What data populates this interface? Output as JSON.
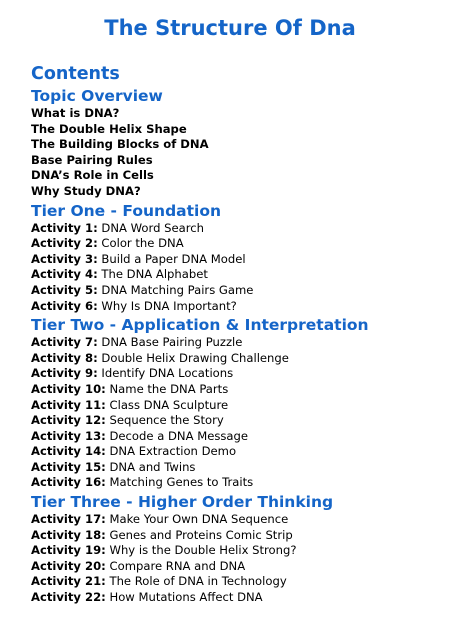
{
  "title": "The Structure Of Dna",
  "contents_heading": "Contents",
  "overview": {
    "heading": "Topic Overview",
    "items": [
      "What is DNA?",
      "The Double Helix Shape",
      "The Building Blocks of DNA",
      "Base Pairing Rules",
      "DNA’s Role in Cells",
      "Why Study DNA?"
    ]
  },
  "tiers": [
    {
      "heading": "Tier One - Foundation",
      "activities": [
        {
          "label": "Activity 1:",
          "text": "DNA Word Search"
        },
        {
          "label": "Activity 2:",
          "text": "Color the DNA"
        },
        {
          "label": "Activity 3:",
          "text": "Build a Paper DNA Model"
        },
        {
          "label": "Activity 4:",
          "text": "The DNA Alphabet"
        },
        {
          "label": "Activity 5:",
          "text": "DNA Matching Pairs Game"
        },
        {
          "label": "Activity 6:",
          "text": "Why Is DNA Important?"
        }
      ]
    },
    {
      "heading": "Tier Two - Application & Interpretation",
      "activities": [
        {
          "label": "Activity 7:",
          "text": "DNA Base Pairing Puzzle"
        },
        {
          "label": "Activity 8:",
          "text": "Double Helix Drawing Challenge"
        },
        {
          "label": "Activity 9:",
          "text": "Identify DNA Locations"
        },
        {
          "label": "Activity 10:",
          "text": "Name the DNA Parts"
        },
        {
          "label": "Activity 11:",
          "text": "Class DNA Sculpture"
        },
        {
          "label": "Activity 12:",
          "text": "Sequence the Story"
        },
        {
          "label": "Activity 13:",
          "text": "Decode a DNA Message"
        },
        {
          "label": "Activity 14:",
          "text": "DNA Extraction Demo"
        },
        {
          "label": "Activity 15:",
          "text": "DNA and Twins"
        },
        {
          "label": "Activity 16:",
          "text": "Matching Genes to Traits"
        }
      ]
    },
    {
      "heading": "Tier Three - Higher Order Thinking",
      "activities": [
        {
          "label": "Activity 17:",
          "text": "Make Your Own DNA Sequence"
        },
        {
          "label": "Activity 18:",
          "text": "Genes and Proteins Comic Strip"
        },
        {
          "label": "Activity 19:",
          "text": "Why is the Double Helix Strong?"
        },
        {
          "label": "Activity 20:",
          "text": "Compare RNA and DNA"
        },
        {
          "label": "Activity 21:",
          "text": "The Role of DNA in Technology"
        },
        {
          "label": "Activity 22:",
          "text": "How Mutations Affect DNA"
        }
      ]
    }
  ]
}
